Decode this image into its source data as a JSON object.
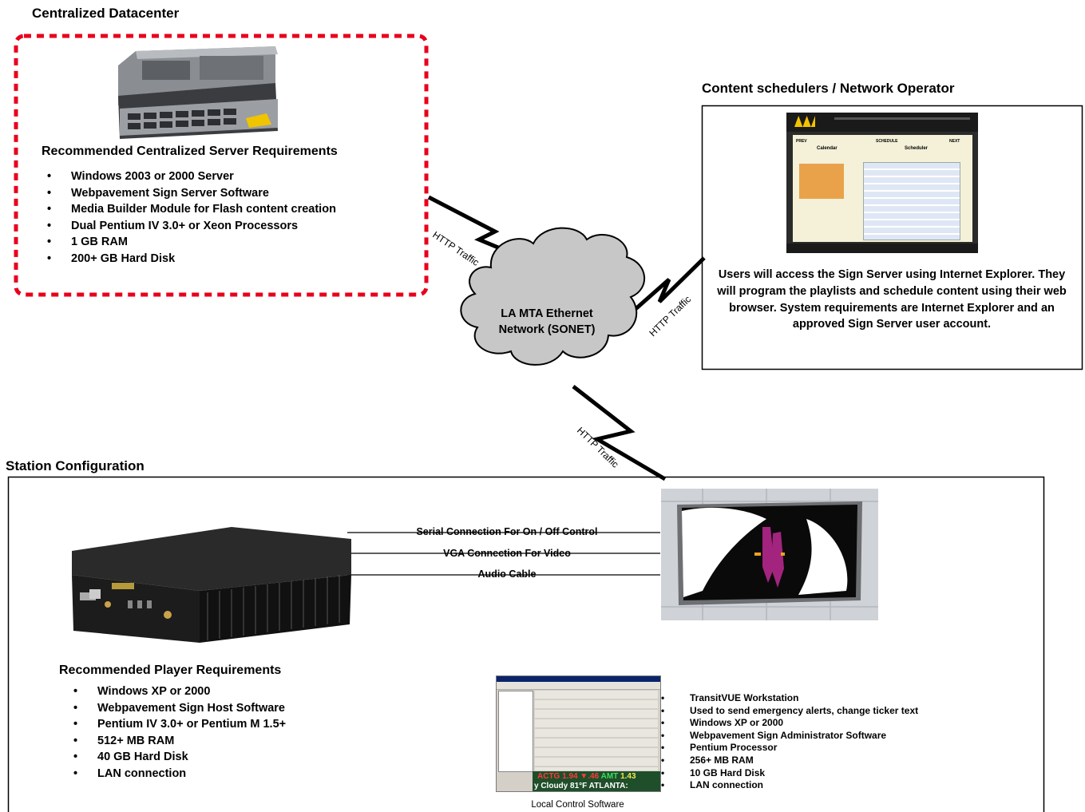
{
  "datacenter": {
    "title": "Centralized Datacenter",
    "server_heading": "Recommended Centralized Server Requirements",
    "requirements": [
      "Windows 2003 or 2000 Server",
      "Webpavement Sign Server Software",
      "Media Builder Module for Flash content creation",
      "Dual Pentium IV 3.0+ or Xeon Processors",
      "1 GB RAM",
      "200+ GB Hard Disk"
    ]
  },
  "network": {
    "cloud_label": "LA MTA Ethernet Network (SONET)",
    "link_label": "HTTP Traffic"
  },
  "operator": {
    "title": "Content schedulers / Network Operator",
    "description": "Users will access the Sign Server using Internet Explorer. They will program the playlists and schedule content using their web browser. System requirements are Internet Explorer and an approved Sign Server user account."
  },
  "station": {
    "title": "Station Configuration",
    "connections": [
      "Serial Connection For On / Off Control",
      "VGA Connection For Video",
      "Audio Cable"
    ],
    "player_heading": "Recommended Player Requirements",
    "player_requirements": [
      "Windows XP or 2000",
      "Webpavement Sign Host Software",
      "Pentium IV 3.0+ or Pentium M 1.5+",
      "512+ MB RAM",
      "40 GB Hard Disk",
      "LAN connection"
    ],
    "local_control_caption": "Local Control Software",
    "workstation_items": [
      "TransitVUE Workstation",
      "Used to send emergency alerts, change ticker text",
      "Windows XP or 2000",
      "Webpavement Sign Administrator Software",
      "Pentium Processor",
      "256+ MB RAM",
      "10 GB Hard Disk",
      "LAN connection"
    ],
    "ticker": {
      "row1": [
        "ACTG",
        "1.94",
        "▼.46",
        "AMT",
        "1.43"
      ],
      "row2": [
        "y Cloudy",
        "81°F",
        "ATLANTA:"
      ]
    }
  },
  "scheduler_ui": {
    "nav_prev": "PREV",
    "nav_next": "NEXT",
    "tab": "SCHEDULE",
    "col_left": "Calendar",
    "col_right": "Scheduler"
  }
}
